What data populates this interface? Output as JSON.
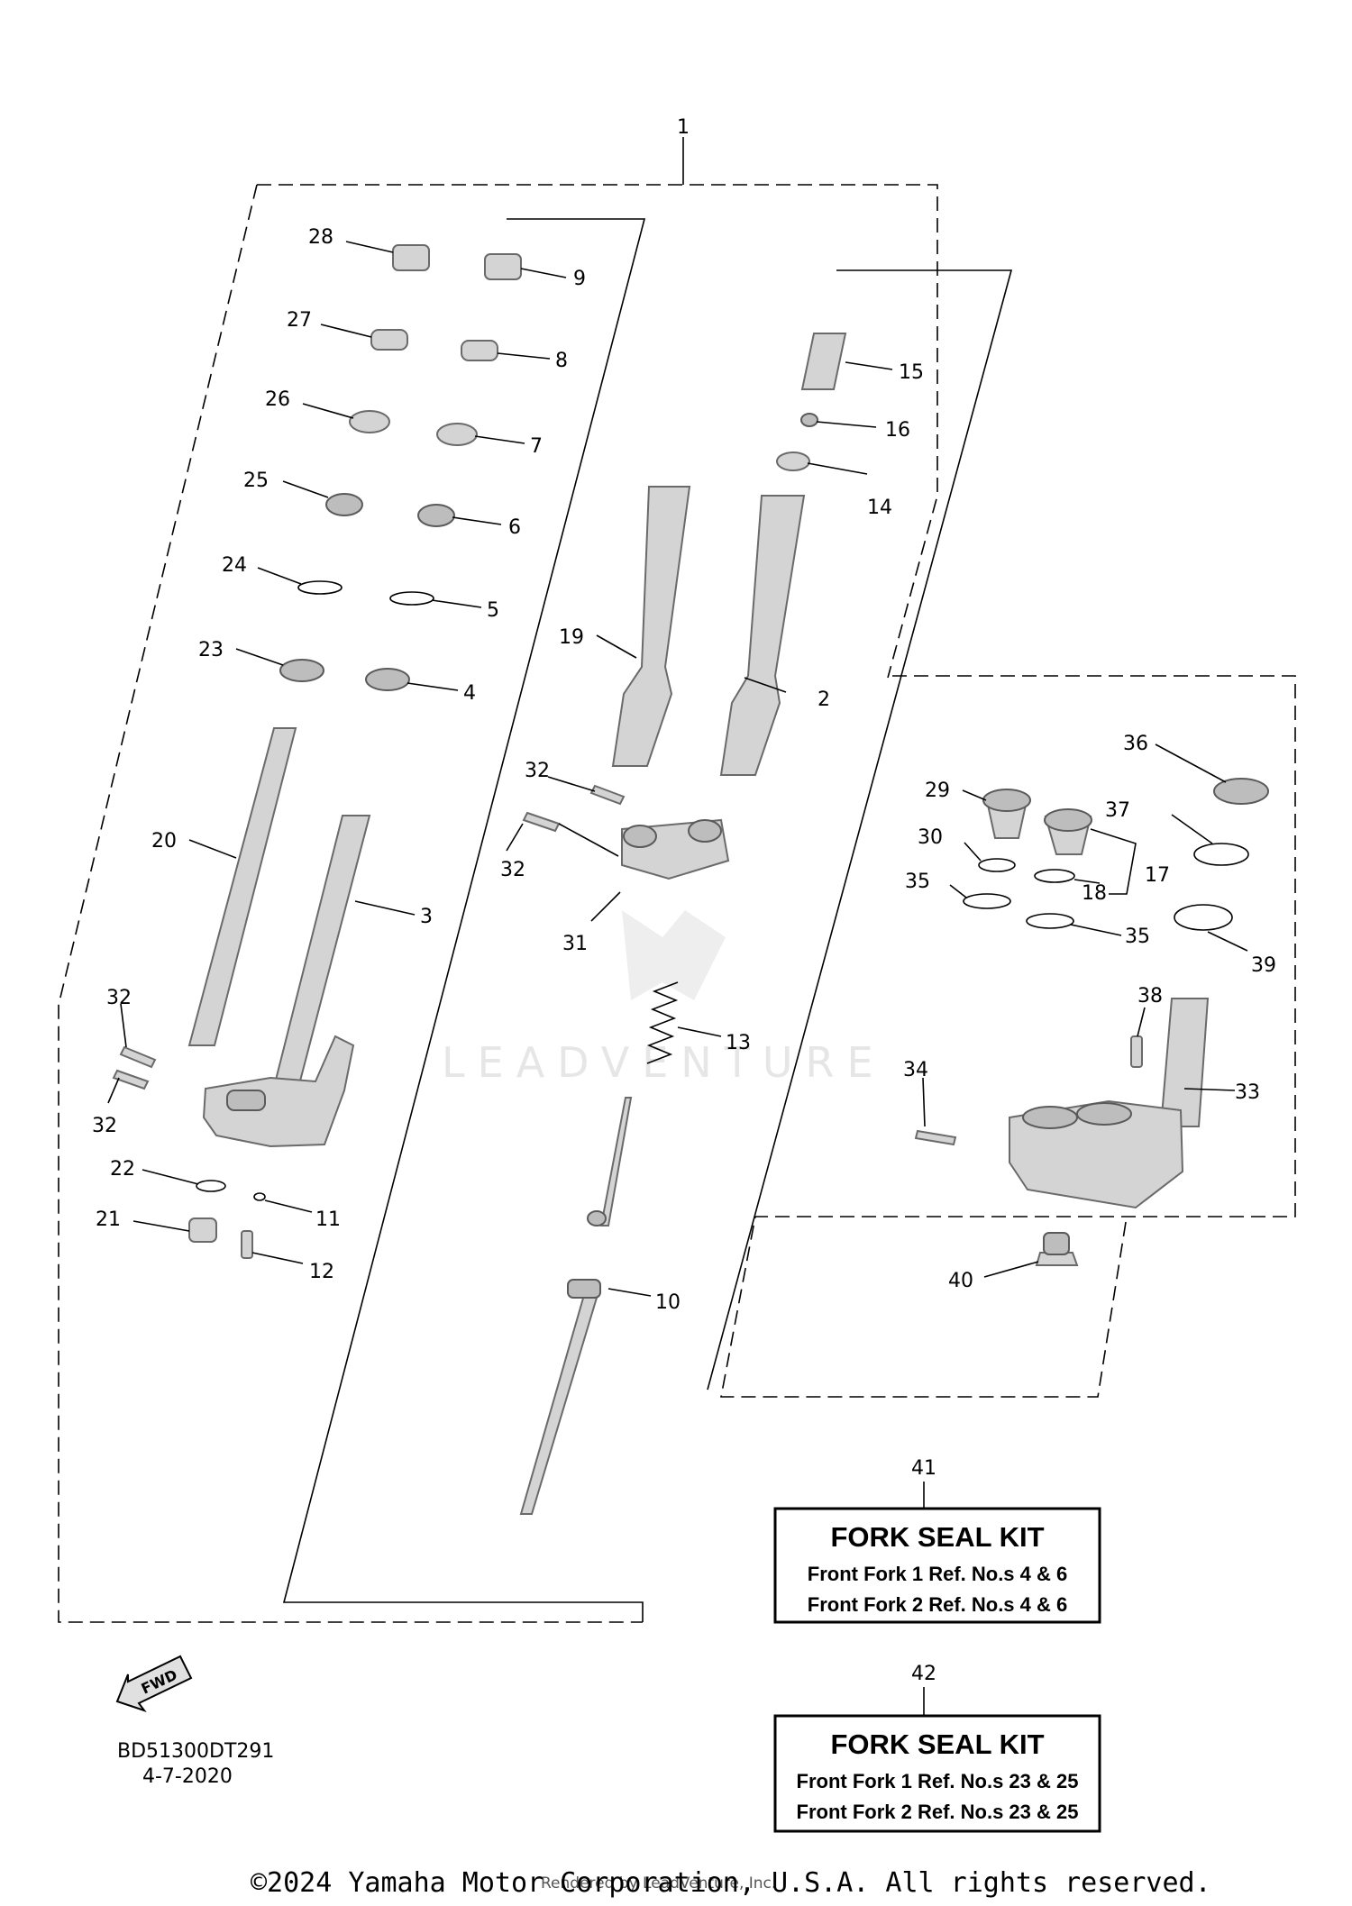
{
  "callouts": [
    "1",
    "2",
    "3",
    "4",
    "5",
    "6",
    "7",
    "8",
    "9",
    "10",
    "11",
    "12",
    "13",
    "14",
    "15",
    "16",
    "17",
    "18",
    "19",
    "20",
    "21",
    "22",
    "23",
    "24",
    "25",
    "26",
    "27",
    "28",
    "29",
    "30",
    "31",
    "32",
    "33",
    "34",
    "35",
    "36",
    "37",
    "38",
    "39",
    "40",
    "41",
    "42"
  ],
  "kits": [
    {
      "ref": "41",
      "title": "FORK SEAL KIT",
      "line1": "Front Fork 1 Ref. No.s  4 & 6",
      "line2": "Front Fork 2 Ref. No.s  4 & 6"
    },
    {
      "ref": "42",
      "title": "FORK SEAL KIT",
      "line1": "Front Fork 1 Ref. No.s  23 & 25",
      "line2": "Front Fork 2 Ref. No.s  23 & 25"
    }
  ],
  "fwd_label": "FWD",
  "diagram_code": "BD51300DT291",
  "diagram_date": "4-7-2020",
  "watermark": "LEADVENTURE",
  "copyright": "©2024 Yamaha Motor Corporation, U.S.A. All rights reserved.",
  "rendered_by": "Rendered by LeadVenture, Inc."
}
